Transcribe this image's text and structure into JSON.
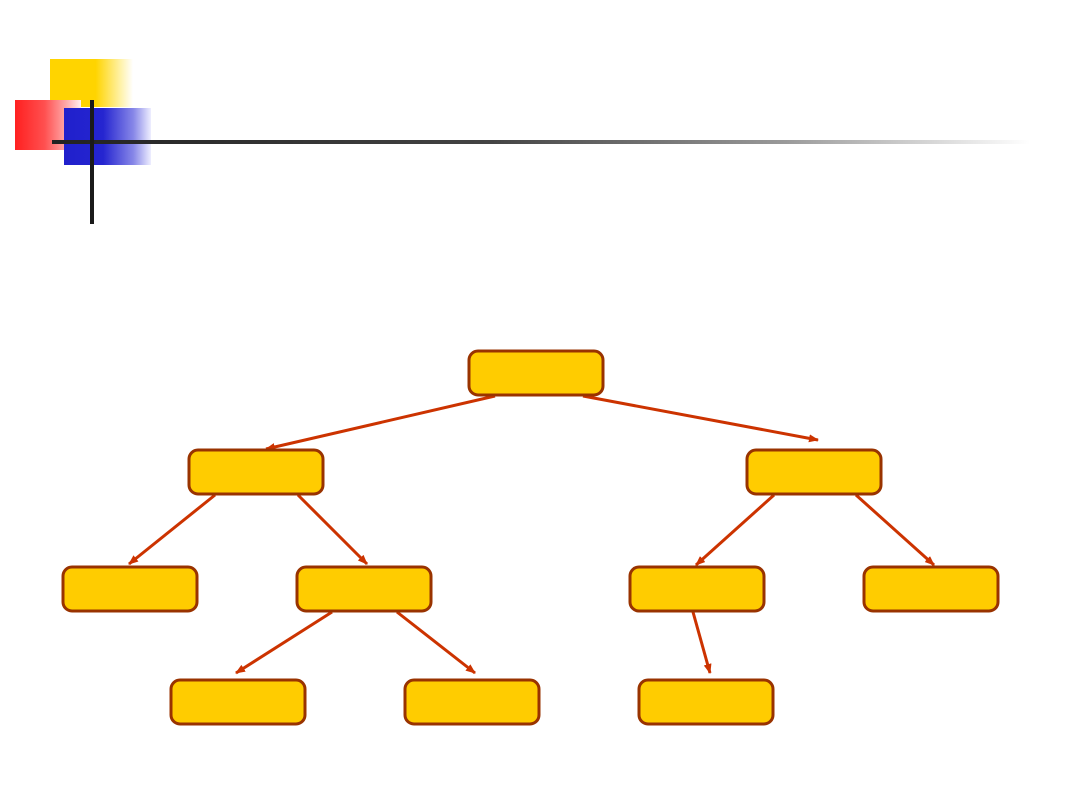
{
  "colors": {
    "node_fill": "#ffcc00",
    "node_stroke": "#993300",
    "edge": "#cc3300"
  },
  "tree": {
    "nodes": [
      {
        "id": "root",
        "label": ""
      },
      {
        "id": "l",
        "label": ""
      },
      {
        "id": "r",
        "label": ""
      },
      {
        "id": "ll",
        "label": ""
      },
      {
        "id": "lr",
        "label": ""
      },
      {
        "id": "rl",
        "label": ""
      },
      {
        "id": "rr",
        "label": ""
      },
      {
        "id": "lrl",
        "label": ""
      },
      {
        "id": "lrr",
        "label": ""
      },
      {
        "id": "rll",
        "label": ""
      }
    ],
    "edges": [
      {
        "from": "root",
        "to": "l"
      },
      {
        "from": "root",
        "to": "r"
      },
      {
        "from": "l",
        "to": "ll"
      },
      {
        "from": "l",
        "to": "lr"
      },
      {
        "from": "r",
        "to": "rl"
      },
      {
        "from": "r",
        "to": "rr"
      },
      {
        "from": "lr",
        "to": "lrl"
      },
      {
        "from": "lr",
        "to": "lrr"
      },
      {
        "from": "rl",
        "to": "rll"
      }
    ]
  }
}
